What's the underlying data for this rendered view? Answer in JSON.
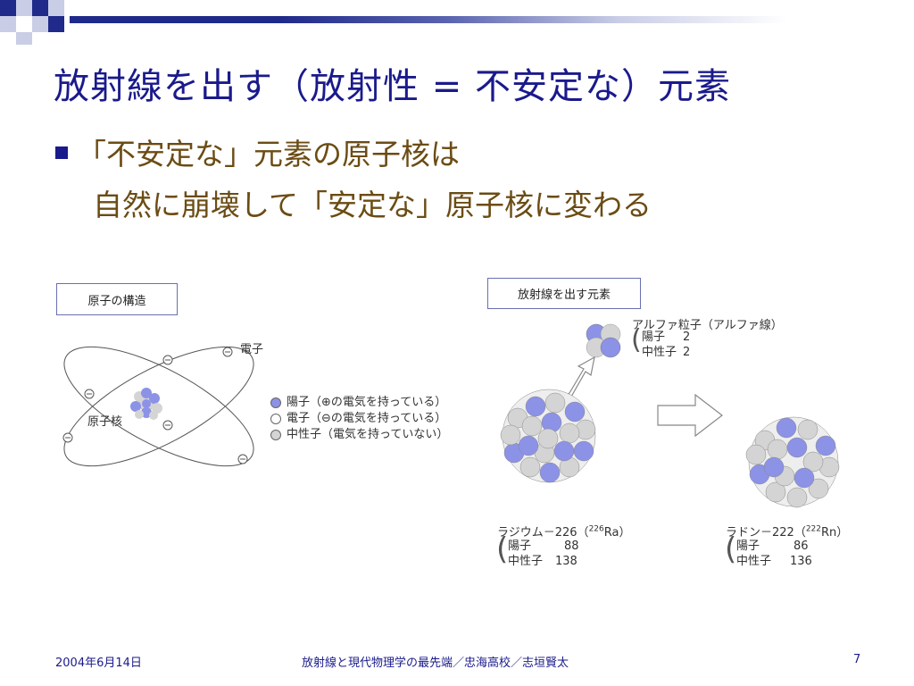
{
  "title": "放射線を出す（放射性 = 不安定な）元素",
  "bullet": {
    "line1": "「不安定な」元素の原子核は",
    "line2": "自然に崩壊して「安定な」原子核に変わる"
  },
  "left_figure": {
    "caption": "原子の構造",
    "electron_label": "電子",
    "nucleus_label": "原子核",
    "electron_symbol": "－",
    "legend": [
      {
        "text": "陽子（⊕の電気を持っている）",
        "color": "#8c92e6"
      },
      {
        "text": "電子（⊖の電気を持っている）",
        "color": "#ffffff"
      },
      {
        "text": "中性子（電気を持っていない）",
        "color": "#d4d4d4"
      }
    ]
  },
  "right_figure": {
    "caption": "放射線を出す元素",
    "alpha": {
      "name": "アルファ粒子（アルファ線）",
      "proton_label": "陽子",
      "proton_count": "2",
      "neutron_label": "中性子",
      "neutron_count": "2"
    },
    "radium": {
      "name": "ラジウム－226（",
      "mass": "226",
      "symbol": "Ra）",
      "proton_label": "陽子",
      "proton_count": "88",
      "neutron_label": "中性子",
      "neutron_count": "138"
    },
    "radon": {
      "name": "ラドン－222（",
      "mass": "222",
      "symbol": "Rn）",
      "proton_label": "陽子",
      "proton_count": "86",
      "neutron_label": "中性子",
      "neutron_count": "136"
    }
  },
  "footer": {
    "date": "2004年6月14日",
    "center": "放射線と現代物理学の最先端／忠海高校／志垣賢太",
    "page": "7"
  },
  "colors": {
    "title": "#1a1a8c",
    "body_text": "#6b4c14",
    "proton": "#8c92e6",
    "neutron": "#d4d4d4"
  }
}
